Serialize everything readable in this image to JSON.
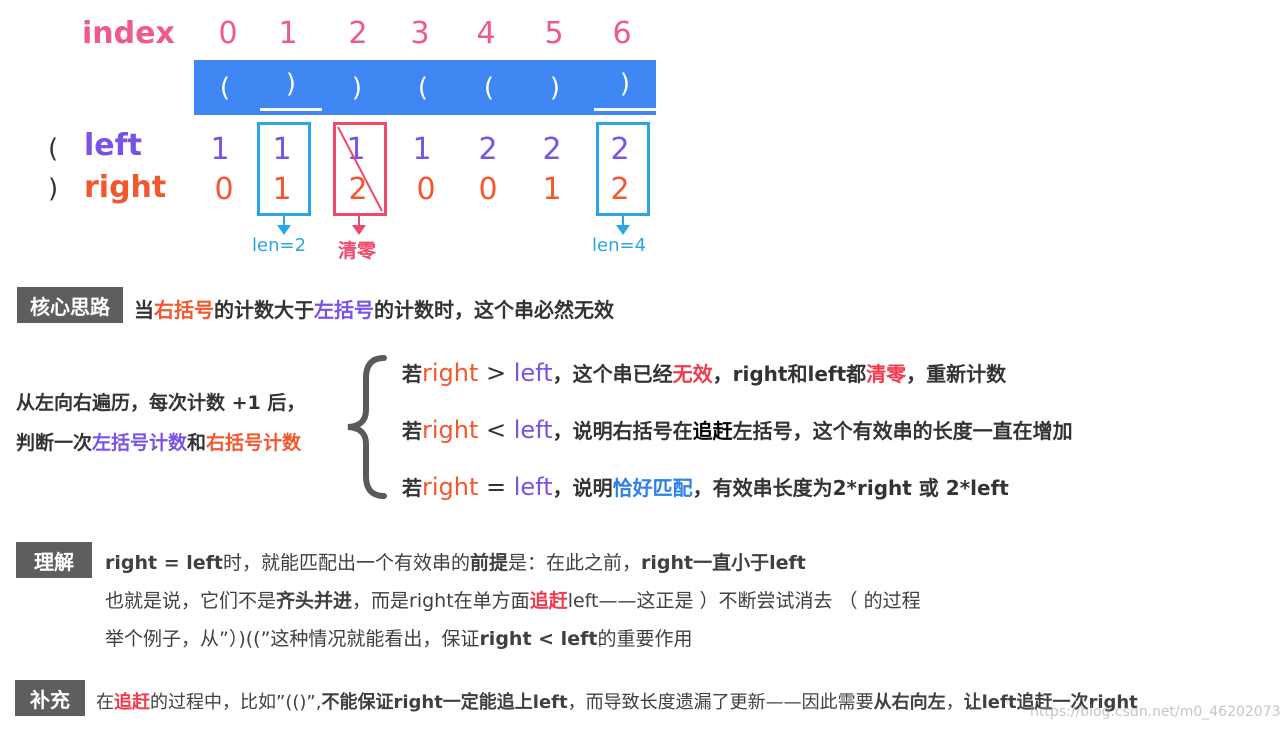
{
  "index_row": {
    "label": "index",
    "indices": [
      "0",
      "1",
      "2",
      "3",
      "4",
      "5",
      "6"
    ]
  },
  "parens": [
    "(",
    ")",
    ")",
    "(",
    "(",
    ")",
    ")"
  ],
  "left_row": {
    "symbol": "(",
    "label": "left",
    "values": [
      "1",
      "1",
      "1",
      "1",
      "2",
      "2",
      "2"
    ]
  },
  "right_row": {
    "symbol": ")",
    "label": "right",
    "values": [
      "0",
      "1",
      "2",
      "0",
      "0",
      "1",
      "2"
    ]
  },
  "annotations": {
    "len_a": "len=2",
    "clear": "清零",
    "len_b": "len=4"
  },
  "core_idea": {
    "tag": "核心思路",
    "p1": "当",
    "p2": "右括号",
    "p3": "的计数大于",
    "p4": "左括号",
    "p5": "的计数时，这个串必然无效"
  },
  "traverse": {
    "line1": "从左向右遍历，每次计数 +1 后，",
    "line2_a": "判断一次",
    "line2_b": "左括号计数",
    "line2_c": "和",
    "line2_d": "右括号计数"
  },
  "rules": {
    "r1": {
      "a": "若",
      "b": "right",
      "c": " > ",
      "d": "left",
      "e": "，这个串已经",
      "f": "无效",
      "g": "，right和left都",
      "h": "清零",
      "i": "，重新计数"
    },
    "r2": {
      "a": "若",
      "b": "right",
      "c": " < ",
      "d": "left",
      "e": "，说明右括号在",
      "f": "追赶",
      "g": "左括号，这个有效串的长度一直在增加"
    },
    "r3": {
      "a": "若",
      "b": "right",
      "c": " = ",
      "d": "left",
      "e": "，说明",
      "f": "恰好匹配",
      "g": "，有效串长度为2*right 或 2*left"
    }
  },
  "understand": {
    "tag": "理解",
    "l1_a": "right = left",
    "l1_b": "时，就能匹配出一个有效串的",
    "l1_c": "前提",
    "l1_d": "是：在此之前，",
    "l1_e": "right一直小于left",
    "l2_a": "也就是说，它们不是",
    "l2_b": "齐头并进",
    "l2_c": "，而是right在单方面",
    "l2_d": "追赶",
    "l2_e": "left——这正是 ）不断尝试消去 （ 的过程",
    "l3_a": "举个例子，从”）)((”这种情况就能看出，保证",
    "l3_b": "right < left",
    "l3_c": "的重要作用"
  },
  "supplement": {
    "tag": "补充",
    "a": "在",
    "b": "追赶",
    "c": "的过程中，比如”(()”,",
    "d": "不能保证right一定能追上left",
    "e": "，而导致长度遗漏了更新——因此需要",
    "f": "从右向左",
    "g": "，",
    "h": "让left追赶一次right"
  },
  "watermark": "https://blog.csdn.net/m0_46202073",
  "colors": {
    "index": "#ee5a8c",
    "left": "#7a52e8",
    "right": "#f4572e",
    "bar": "#3e86f2",
    "highlight_blue": "#2aa6e6",
    "highlight_red": "#f23a4f",
    "tag_bg": "#5e5e5e"
  }
}
